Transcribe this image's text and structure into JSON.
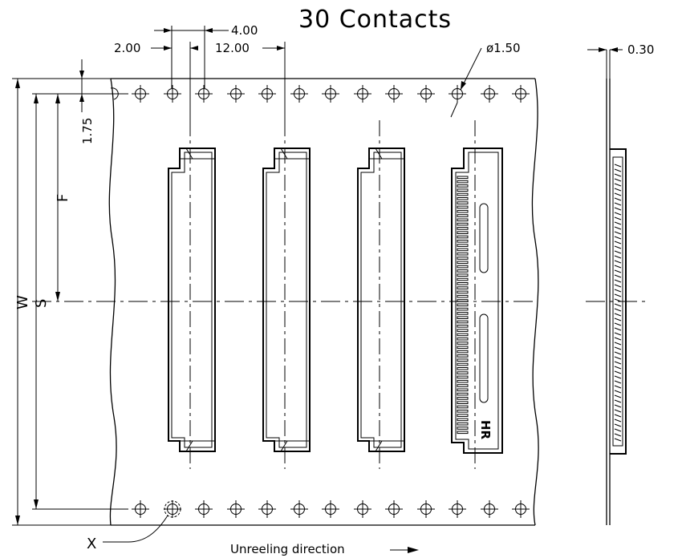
{
  "title": "30 Contacts",
  "dimensions": {
    "pitch_small": "2.00",
    "hole_pitch": "4.00",
    "connector_pitch": "12.00",
    "hole_diameter": "ø1.50",
    "tape_thickness": "0.30",
    "edge_to_hole": "1.75",
    "label_f": "F",
    "label_w": "W",
    "label_s": "S"
  },
  "callout_x": "X",
  "direction_text": "Unreeling direction",
  "marking": "HR"
}
